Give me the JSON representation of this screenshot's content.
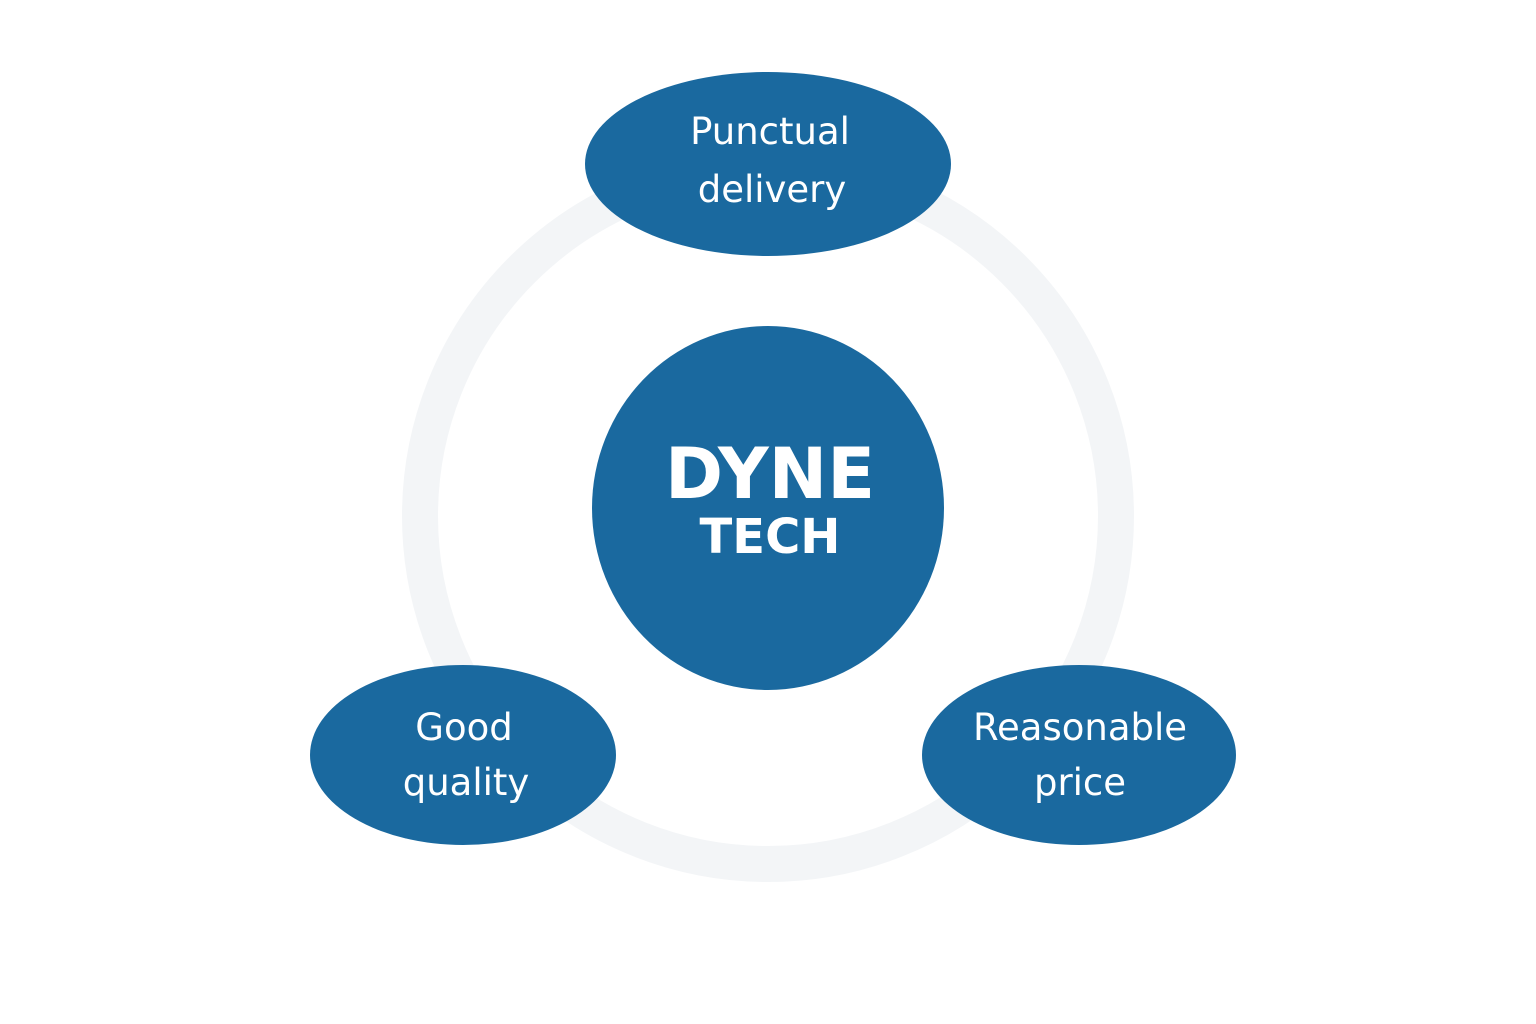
{
  "colors": {
    "node": "#1a699f",
    "ring": "#f3f5f7",
    "text": "#ffffff"
  },
  "center": {
    "line1": "DYNE",
    "line2": "TECH"
  },
  "nodes": [
    {
      "id": "top",
      "line1": "Punctual",
      "line2": "delivery"
    },
    {
      "id": "left",
      "line1": "Good",
      "line2": "quality"
    },
    {
      "id": "right",
      "line1": "Reasonable",
      "line2": "price"
    }
  ]
}
